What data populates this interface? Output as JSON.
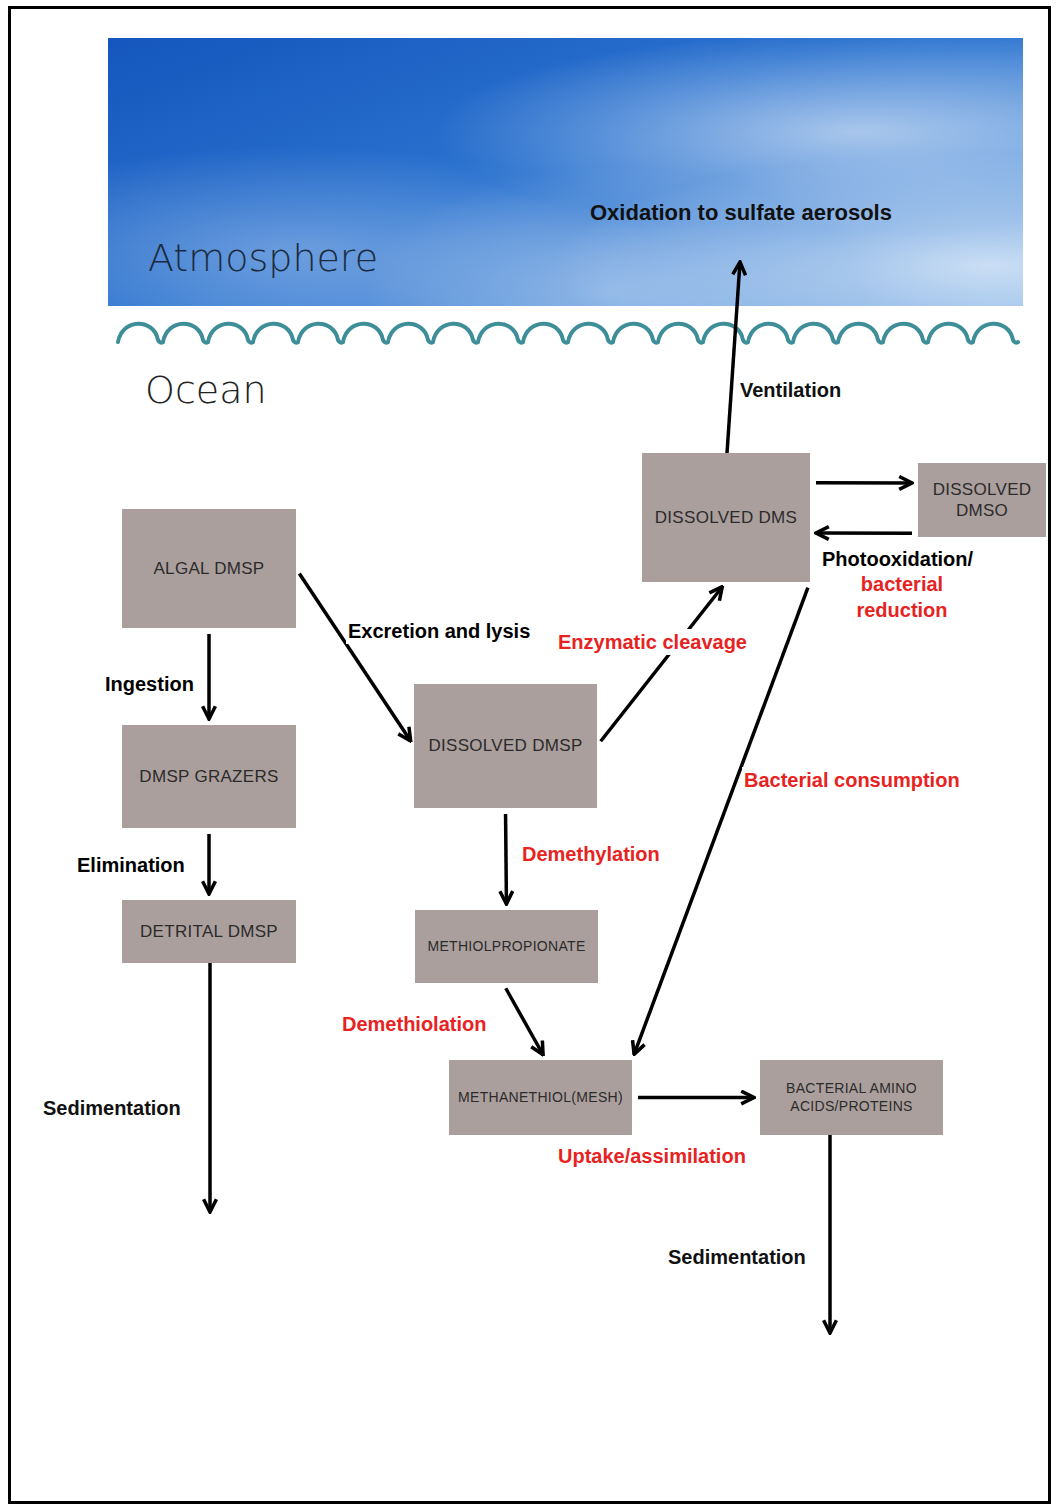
{
  "diagram": {
    "nodes": [
      {
        "text": [
          "ALGAL DMSP"
        ]
      },
      {
        "text": [
          "DMSP GRAZERS"
        ]
      },
      {
        "text": [
          "DETRITAL DMSP"
        ]
      },
      {
        "text": [
          "DISSOLVED DMSP"
        ]
      },
      {
        "text": [
          "DISSOLVED DMS"
        ]
      },
      {
        "text": [
          "DISSOLVED DMSO"
        ]
      },
      {
        "text": [
          "METHIOLPROPIONATE"
        ]
      },
      {
        "text": [
          "METHANETHIOL(MESH)"
        ]
      },
      {
        "text": [
          "BACTERIAL AMINO ACIDS/PROTEINS"
        ]
      }
    ],
    "edges": [
      {
        "from": 0,
        "to": 1,
        "label": "Ingestion",
        "arrow": "to"
      },
      {
        "from": 1,
        "to": 2,
        "label": "Elimination",
        "arrow": "to"
      },
      {
        "from": 0,
        "to": 3,
        "label": "Excretion and lysis",
        "arrow": "to"
      },
      {
        "from": 3,
        "to": 4,
        "label": "Enzymatic cleavage",
        "arrow": "to"
      },
      {
        "from": 4,
        "to": 5,
        "label": "Photooxidation/",
        "arrow": "to"
      },
      {
        "from": 5,
        "to": 4,
        "label": "bacterial reduction",
        "arrow": "to"
      },
      {
        "from": 3,
        "to": 6,
        "label": "Demethylation",
        "arrow": "to"
      },
      {
        "from": 6,
        "to": 7,
        "label": "Demethiolation",
        "arrow": "to"
      },
      {
        "from": 4,
        "to": 7,
        "label": "Bacterial consumption",
        "arrow": "to"
      },
      {
        "from": 7,
        "to": 8,
        "label": "Uptake/assimilation",
        "arrow": "to"
      }
    ],
    "labels": [
      "Atmosphere",
      "Oxidation to sulfate aerosols",
      "Ocean",
      "Ventilation",
      "Sedimentation",
      "Sedimentation"
    ]
  }
}
